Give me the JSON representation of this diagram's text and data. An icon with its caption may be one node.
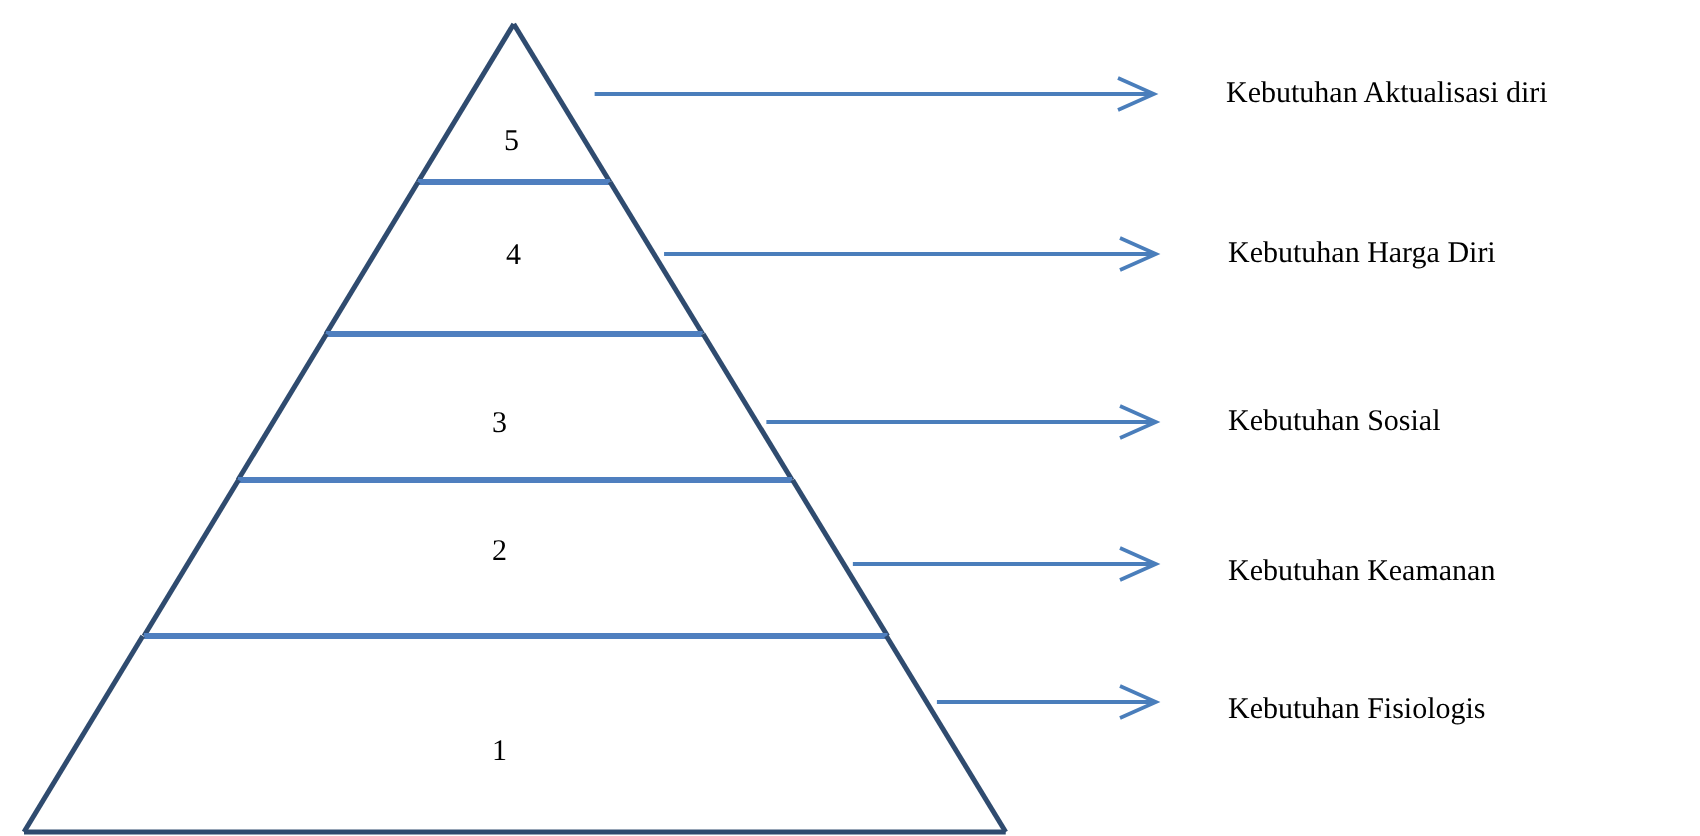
{
  "diagram": {
    "nodes": [
      {
        "text": [
          "5"
        ]
      },
      {
        "text": [
          "4"
        ]
      },
      {
        "text": [
          "3"
        ]
      },
      {
        "text": [
          "2"
        ]
      },
      {
        "text": [
          "1"
        ]
      },
      {
        "text": [
          "Kebutuhan Aktualisasi diri"
        ]
      },
      {
        "text": [
          "Kebutuhan Harga Diri"
        ]
      },
      {
        "text": [
          "Kebutuhan Sosial"
        ]
      },
      {
        "text": [
          "Kebutuhan Keamanan"
        ]
      },
      {
        "text": [
          "Kebutuhan Fisiologis"
        ]
      }
    ],
    "edges": [
      {
        "from": 0,
        "to": 5,
        "arrow": "to"
      },
      {
        "from": 1,
        "to": 6,
        "arrow": "to"
      },
      {
        "from": 2,
        "to": 7,
        "arrow": "to"
      },
      {
        "from": 3,
        "to": 8,
        "arrow": "to"
      },
      {
        "from": 4,
        "to": 9,
        "arrow": "to"
      }
    ]
  }
}
